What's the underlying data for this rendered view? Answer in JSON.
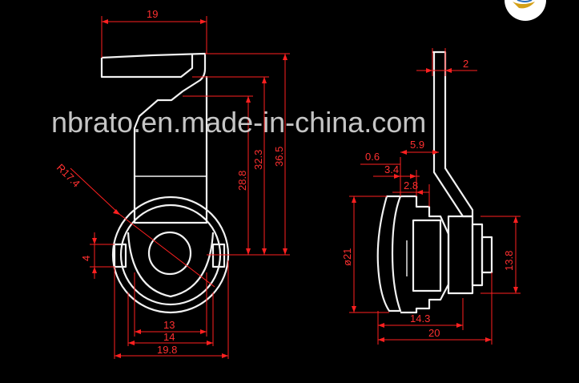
{
  "watermark": "nbrato.en.made-in-china.com",
  "colors": {
    "background": "#000000",
    "outline": "#f2f2f2",
    "dimension": "#ff3030"
  },
  "logo_icon": "bird-logo-icon",
  "front_view": {
    "dimensions": {
      "width_top": "19",
      "height_a": "28.8",
      "height_b": "32.3",
      "height_c": "36.5",
      "radius": "R17.4",
      "offset": "4",
      "bottom_a": "13",
      "bottom_b": "14",
      "bottom_c": "19.8"
    }
  },
  "side_view": {
    "dimensions": {
      "thickness": "2",
      "top_a": "5.9",
      "top_b": "0.6",
      "top_c": "3.4",
      "top_d": "2.8",
      "diameter": "ø21",
      "diameter_b": "13.8",
      "length_a": "14.3",
      "length_b": "20"
    }
  }
}
